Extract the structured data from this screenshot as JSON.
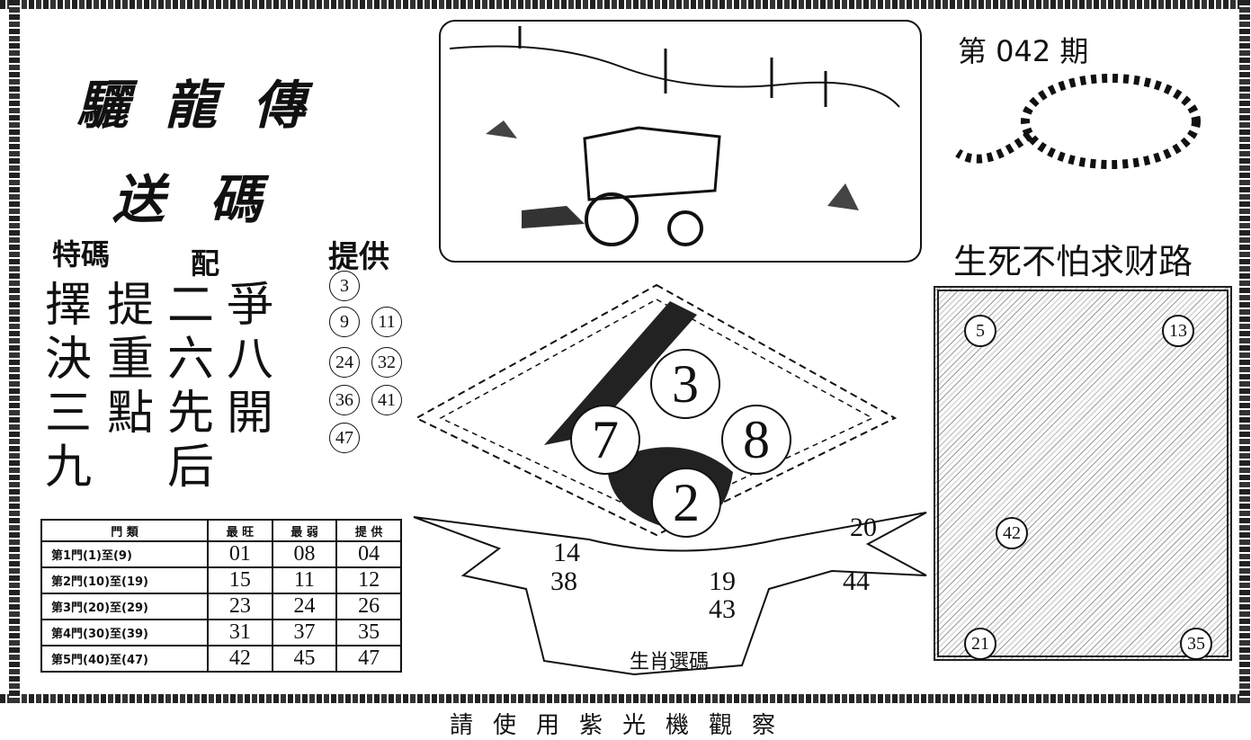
{
  "header": {
    "title": "驪龍傳",
    "subtitle": "送碼",
    "issue": "第 042 期"
  },
  "labels": {
    "special": "特碼",
    "match": "配",
    "provide": "提供"
  },
  "poem_columns": [
    [
      "擇",
      "決",
      "三",
      "九"
    ],
    [
      "提",
      "重",
      "點"
    ],
    [
      "二",
      "六",
      "先",
      "后"
    ],
    [
      "爭",
      "八",
      "開"
    ]
  ],
  "provided_numbers": [
    "3",
    "9",
    "11",
    "24",
    "32",
    "36",
    "41",
    "47"
  ],
  "table": {
    "headers": [
      "門 類",
      "最 旺",
      "最 弱",
      "提 供"
    ],
    "rows": [
      [
        "第1門(1)至(9)",
        "01",
        "08",
        "04"
      ],
      [
        "第2門(10)至(19)",
        "15",
        "11",
        "12"
      ],
      [
        "第3門(20)至(29)",
        "23",
        "24",
        "26"
      ],
      [
        "第4門(30)至(39)",
        "31",
        "37",
        "35"
      ],
      [
        "第5門(40)至(47)",
        "42",
        "45",
        "47"
      ]
    ]
  },
  "diamond_numbers": [
    "3",
    "7",
    "8",
    "2"
  ],
  "zodiac": {
    "label": "生肖選碼",
    "numbers": [
      "14",
      "38",
      "19",
      "43",
      "20",
      "44"
    ]
  },
  "right_panel": {
    "slogan": "生死不怕求财路",
    "numbers": [
      "5",
      "13",
      "42",
      "21",
      "35"
    ]
  },
  "footer": "請使用紫光機觀察"
}
